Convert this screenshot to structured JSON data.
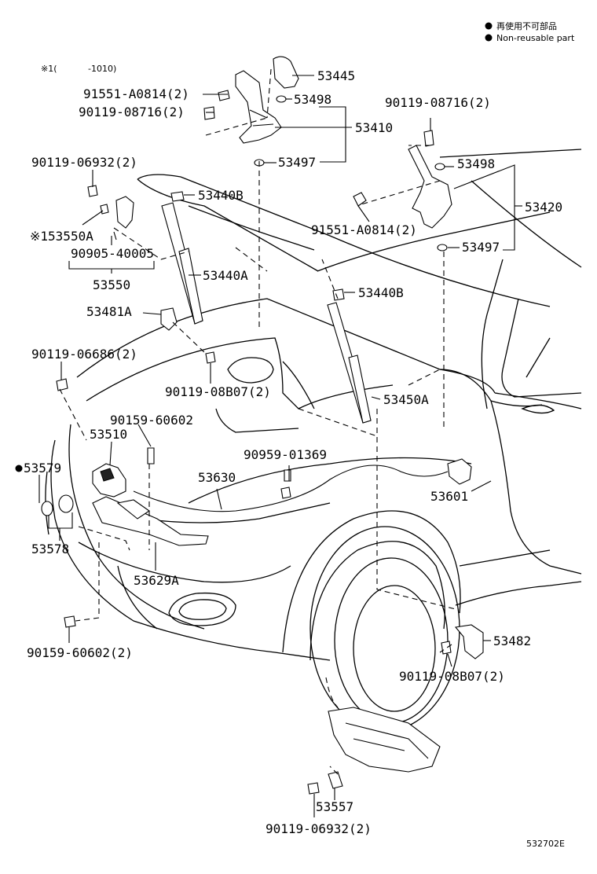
{
  "legend": {
    "jp_label": "再使用不可部品",
    "en_label": "Non-reusable part"
  },
  "note": {
    "prefix": "※1(",
    "suffix": "-1010)"
  },
  "callouts": {
    "p53445": "53445",
    "p91551_a": "91551-A0814(2)",
    "p53498_a": "53498",
    "p90119_08716_a": "90119-08716(2)",
    "p53410": "53410",
    "p53497_a": "53497",
    "p90119_06932_a": "90119-06932(2)",
    "p53440b_a": "53440B",
    "p53550a": "※153550A",
    "p90905": "90905-40005",
    "p53550": "53550",
    "p53440a": "53440A",
    "p53481a": "53481A",
    "p90119_06686": "90119-06686(2)",
    "p90119_08b07_a": "90119-08B07(2)",
    "p90159_60602_a": "90159-60602",
    "p53510": "53510",
    "p53579": "53579",
    "p53578": "53578",
    "p53630": "53630",
    "p53629a": "53629A",
    "p90159_60602_b": "90159-60602(2)",
    "p90119_08716_b": "90119-08716(2)",
    "p53498_b": "53498",
    "p53420": "53420",
    "p91551_b": "91551-A0814(2)",
    "p53497_b": "53497",
    "p53440b_b": "53440B",
    "p53450a": "53450A",
    "p90959": "90959-01369",
    "p53601": "53601",
    "p53482": "53482",
    "p90119_08b07_b": "90119-08B07(2)",
    "p53557": "53557",
    "p90119_06932_b": "90119-06932(2)"
  },
  "diagram_id": "532702E"
}
